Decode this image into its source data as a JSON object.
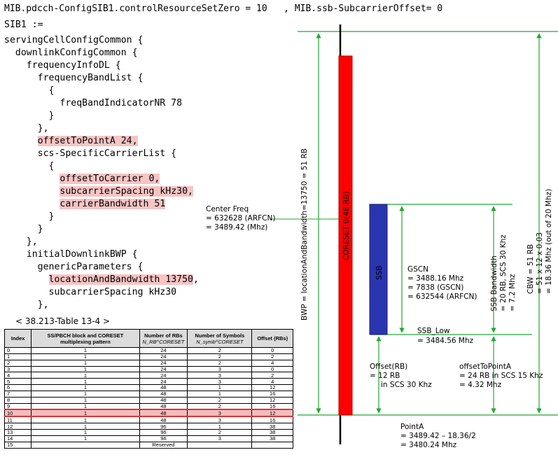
{
  "header": {
    "text": "MIB.pdcch-ConfigSIB1.controlResourceSetZero = 10   , MIB.ssb-SubcarrierOffset= 0"
  },
  "code": {
    "sib1": "SIB1 :=",
    "l1": "servingCellConfigCommon {",
    "l2": "  downlinkConfigCommon {",
    "l3": "    frequencyInfoDL {",
    "l4": "      frequencyBandList {",
    "l5": "        {",
    "l6": "          freqBandIndicatorNR 78",
    "l7": "        }",
    "l8": "      },",
    "l9_pre": "      ",
    "l9_hl": "offsetToPointA 24,",
    "l10": "      scs-SpecificCarrierList {",
    "l11": "        {",
    "l12_pre": "          ",
    "l12_hl": "offsetToCarrier 0,",
    "l13_pre": "          ",
    "l13_hl": "subcarrierSpacing kHz30,",
    "l14_pre": "          ",
    "l14_hl": "carrierBandwidth 51",
    "l15": "        }",
    "l16": "      }",
    "l17": "    },",
    "l18": "    initialDownlinkBWP {",
    "l19": "      genericParameters {",
    "l20_pre": "        ",
    "l20_hl": "locationAndBandwidth 13750",
    "l20_post": ",",
    "l21": "        subcarrierSpacing kHz30",
    "l22": "      },"
  },
  "table": {
    "caption": "< 38.213-Table 13-4 >",
    "headers": [
      "Index",
      "SS/PBCH block and CORESET multiplexing pattern",
      "Number of RBs",
      "Number of Symbols",
      "Offset (RBs)"
    ],
    "header_sub": [
      "",
      "",
      "N_RB^CORESET",
      "N_symb^CORESET",
      ""
    ],
    "selected_index": 10,
    "rows": [
      [
        "0",
        "1",
        "24",
        "2",
        "0"
      ],
      [
        "1",
        "1",
        "24",
        "2",
        "2"
      ],
      [
        "2",
        "1",
        "24",
        "2",
        "4"
      ],
      [
        "3",
        "1",
        "24",
        "3",
        "0"
      ],
      [
        "4",
        "1",
        "24",
        "3",
        "2"
      ],
      [
        "5",
        "1",
        "24",
        "3",
        "4"
      ],
      [
        "6",
        "1",
        "48",
        "1",
        "12"
      ],
      [
        "7",
        "1",
        "48",
        "1",
        "16"
      ],
      [
        "8",
        "1",
        "48",
        "2",
        "12"
      ],
      [
        "9",
        "1",
        "48",
        "2",
        "16"
      ],
      [
        "10",
        "1",
        "48",
        "3",
        "12"
      ],
      [
        "11",
        "1",
        "48",
        "3",
        "16"
      ],
      [
        "12",
        "1",
        "96",
        "1",
        "38"
      ],
      [
        "13",
        "1",
        "96",
        "2",
        "38"
      ],
      [
        "14",
        "1",
        "96",
        "3",
        "38"
      ],
      [
        "15",
        "",
        "Reserved",
        "",
        ""
      ]
    ]
  },
  "diagram": {
    "coreset_label": "CORESET 0(48 RB)",
    "ssb_label": "SSB",
    "bwp_label": "BWP = locationAndBandwidth=13750 = 51 RB",
    "center_freq": [
      "Center Freq",
      "= 632628 (ARFCN)",
      "= 3489.42 (Mhz)"
    ],
    "gscn": [
      "GSCN",
      "= 3488.16 Mhz",
      "= 7838 (GSCN)",
      "= 632544 (ARFCN)"
    ],
    "ssb_low": [
      "SSB_Low",
      "= 3484.56 Mhz"
    ],
    "ssb_bw": [
      "SSB Bandwidth",
      "= 20 RB, SCS 30 Khz",
      "= 7.2 Mhz"
    ],
    "cbw": [
      "CBW = 51 RB",
      "= 51 x 12 x 0.03",
      "= 18.36 Mhz (out of 20 Mhz)"
    ],
    "offset_rb": [
      "Offset(RB)",
      "= 12 RB",
      "in SCS 30 Khz"
    ],
    "offset_to_pointa": [
      "offsetToPointA",
      "= 24 RB in SCS 15 Khz",
      "= 4.32 Mhz"
    ],
    "pointa": [
      "PointA",
      "= 3489.42 – 18.36/2",
      "= 3480.24 Mhz"
    ],
    "colors": {
      "coreset": "#ff0000",
      "ssb": "#2a35b0",
      "line": "#22a833",
      "axis": "#000000",
      "highlight": "#f7c4c4"
    }
  }
}
